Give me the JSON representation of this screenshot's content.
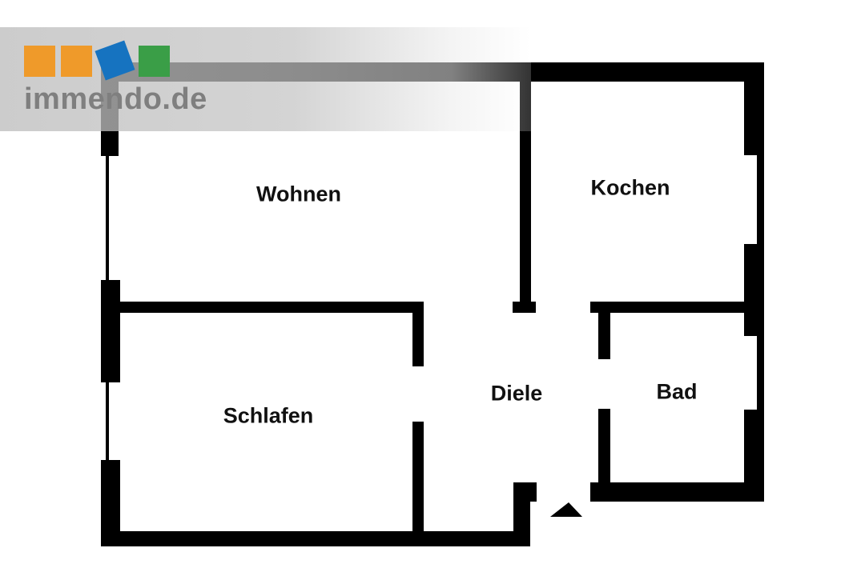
{
  "floorplan": {
    "wall_color": "#000000",
    "background_color": "#ffffff",
    "rooms": {
      "wohnen": "Wohnen",
      "kochen": "Kochen",
      "schlafen": "Schlafen",
      "diele": "Diele",
      "bad": "Bad"
    },
    "entrance_marker_icon": "entrance-arrow-icon"
  },
  "watermark": {
    "logo_text": "immendo.de",
    "square_colors": [
      "#ef9a2a",
      "#ef9a2a",
      "#1673c0",
      "#3a9e47"
    ],
    "text_color": "#7f7f7f"
  }
}
